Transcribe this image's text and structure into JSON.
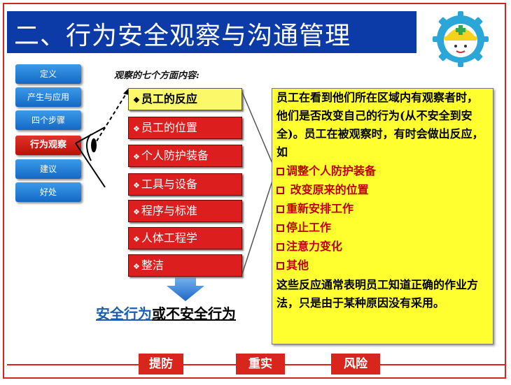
{
  "slide": {
    "title": "二、行为安全观察与沟通管理",
    "logo_icon": "safety-helmet-worker-icon",
    "colors": {
      "title_bg": "#0c3aa6",
      "accent": "#d9261c",
      "panel": "#fffe2e",
      "nav_blue": "#1f78d1"
    }
  },
  "nav": [
    {
      "label": "定义",
      "active": false
    },
    {
      "label": "产生与应用",
      "active": false
    },
    {
      "label": "四个步骤",
      "active": false
    },
    {
      "label": "行为观察",
      "active": true
    },
    {
      "label": "建议",
      "active": false
    },
    {
      "label": "好处",
      "active": false
    }
  ],
  "list": {
    "heading": "观察的七个方面内容:",
    "bullet": "❖",
    "items": [
      "员工的反应",
      "员工的位置",
      "个人防护装备",
      "工具与设备",
      "程序与标准",
      "人体工程学",
      "整洁"
    ]
  },
  "panel": {
    "intro": "员工在看到他们所在区域内有观察者时，他们是否改变自己的行为(从不安全到安全)。员工在被观察时，有时会做出反应，如",
    "reactions": [
      "调整个人防护装备",
      " 改变原来的位置",
      "重新安排工作",
      "停止工作",
      "注意力变化",
      "其他"
    ],
    "outro": "这些反应通常表明员工知道正确的作业方法，只是由于某种原因没有采用。"
  },
  "result": {
    "safe": "安全行为",
    "or_unsafe": "或不安全行为"
  },
  "footer": [
    "提防",
    "重实",
    "风险"
  ]
}
